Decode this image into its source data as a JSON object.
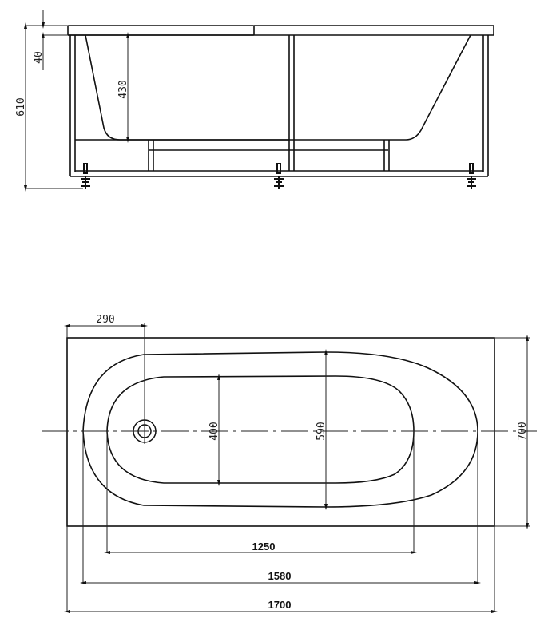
{
  "diagram": {
    "type": "technical-drawing",
    "subject": "bathtub with frame",
    "colors": {
      "line": "#111111",
      "background": "#ffffff"
    },
    "side_view": {
      "dimensions": {
        "total_height": "610",
        "rim_thickness": "40",
        "inner_depth": "430"
      }
    },
    "top_view": {
      "dimensions": {
        "drain_offset": "290",
        "inner_bottom_width": "400",
        "inner_rim_width": "590",
        "outer_width": "700",
        "inner_bottom_length": "1250",
        "inner_rim_length": "1580",
        "outer_length": "1700"
      }
    }
  }
}
